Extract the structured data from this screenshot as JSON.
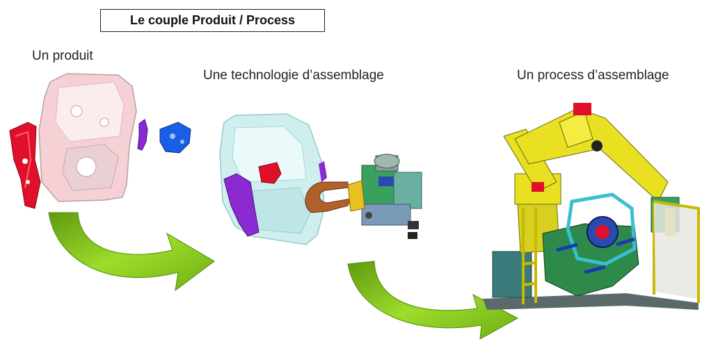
{
  "title": "Le couple Produit / Process",
  "stages": [
    {
      "label": "Un produit",
      "illustration": "exploded-door-parts"
    },
    {
      "label": "Une technologie d’assemblage",
      "illustration": "door-with-welding-gun"
    },
    {
      "label": "Un process d’assemblage",
      "illustration": "robot-welding-cell"
    }
  ],
  "colors": {
    "arrow": "#8ccc1e",
    "door_panel": "#f5d0d4",
    "door_translucent": "#cdeeee",
    "part_red": "#e0102a",
    "part_purple": "#8a2ad0",
    "part_blue": "#1a5ee8",
    "robot_yellow": "#e8e020",
    "fixture_green": "#2e8a4a",
    "fixture_cyan": "#38c0d0",
    "base_gray": "#5a6a6a"
  }
}
